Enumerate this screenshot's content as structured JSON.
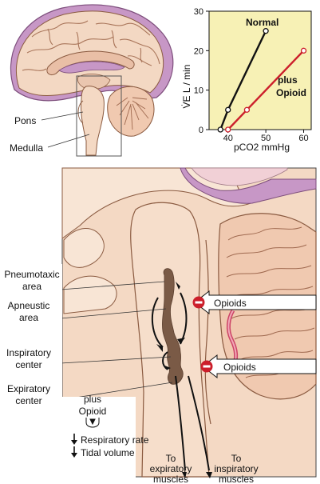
{
  "top_labels": {
    "pons": "Pons",
    "medulla": "Medulla"
  },
  "chart_data": {
    "type": "line",
    "xlabel": "pCO2  mmHg",
    "ylabel": "V̇E  L / min",
    "xlim": [
      35,
      62
    ],
    "ylim": [
      0,
      30
    ],
    "x_ticks": [
      "40",
      "50",
      "60"
    ],
    "y_ticks": [
      "0",
      "10",
      "20",
      "30"
    ],
    "grid": false,
    "background": "#f7f1b5",
    "series": [
      {
        "name": "Normal",
        "color": "#111111",
        "x": [
          38,
          40,
          50
        ],
        "y": [
          0,
          5,
          25
        ]
      },
      {
        "name": "plus Opioid",
        "color": "#cc1f2b",
        "x": [
          40,
          45,
          60
        ],
        "y": [
          0,
          5,
          20
        ]
      }
    ]
  },
  "series_labels": {
    "normal": "Normal",
    "plus": "plus",
    "opioid": "Opioid"
  },
  "lower_labels": {
    "pneumotaxic_1": "Pneumotaxic",
    "pneumotaxic_2": "area",
    "apneustic_1": "Apneustic",
    "apneustic_2": "area",
    "inspiratory_1": "Inspiratory",
    "inspiratory_2": "center",
    "expiratory_1": "Expiratory",
    "expiratory_2": "center",
    "plus": "plus",
    "opioid": "Opioid",
    "resp_rate": "Respiratory rate",
    "tidal_volume": "Tidal volume",
    "opioids_top": "Opioids",
    "opioids_bottom": "Opioids",
    "to_exp_1": "To",
    "to_exp_2": "expiratory",
    "to_exp_3": "muscles",
    "to_insp_1": "To",
    "to_insp_2": "inspiratory",
    "to_insp_3": "muscles"
  },
  "colors": {
    "tissue": "#f4d9c4",
    "tissue_dark": "#e2b598",
    "outline": "#8a5a40",
    "purple": "#b77ab6",
    "nuclei": "#7a5a46",
    "red": "#cc1f2b",
    "plot_bg": "#f7f1b5"
  }
}
